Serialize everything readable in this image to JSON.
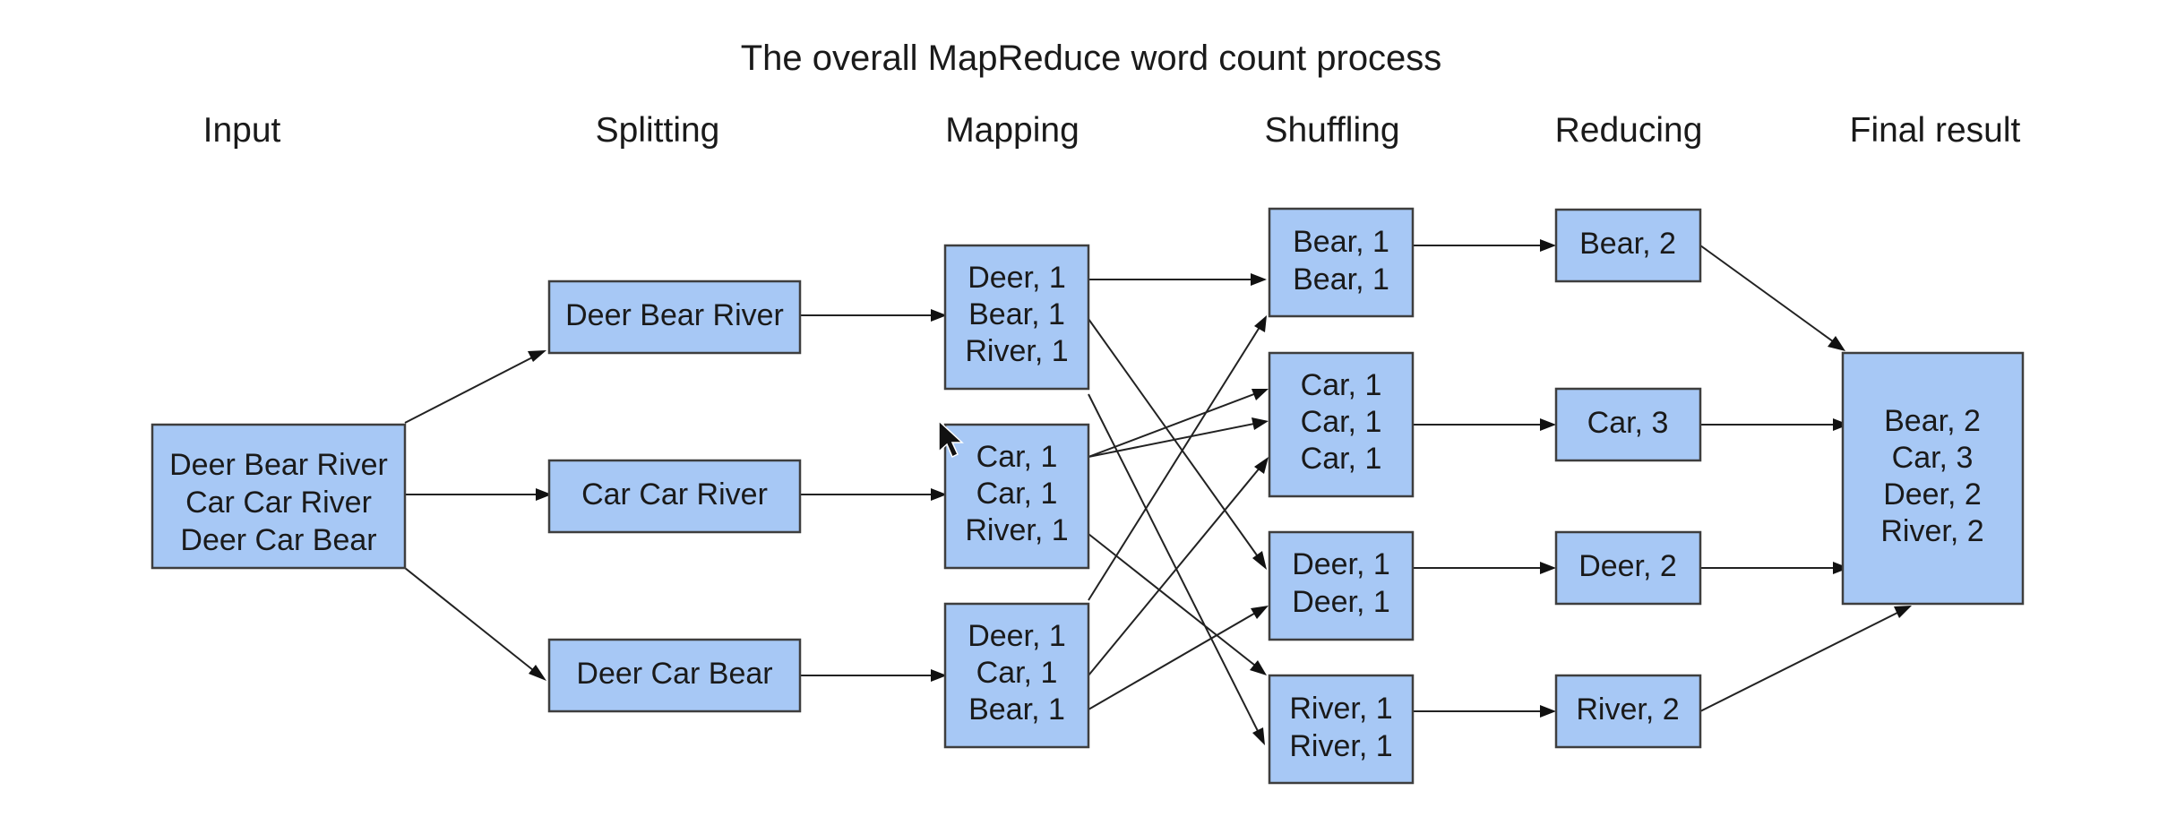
{
  "title": "The overall MapReduce word count process",
  "stages": {
    "input": "Input",
    "splitting": "Splitting",
    "mapping": "Mapping",
    "shuffling": "Shuffling",
    "reducing": "Reducing",
    "final": "Final result"
  },
  "input": {
    "lines": [
      "Deer Bear River",
      "Car Car River",
      "Deer Car Bear"
    ]
  },
  "splits": [
    {
      "lines": [
        "Deer Bear River"
      ]
    },
    {
      "lines": [
        "Car Car River"
      ]
    },
    {
      "lines": [
        "Deer Car Bear"
      ]
    }
  ],
  "maps": [
    {
      "lines": [
        "Deer, 1",
        "Bear, 1",
        "River, 1"
      ]
    },
    {
      "lines": [
        "Car, 1",
        "Car, 1",
        "River, 1"
      ]
    },
    {
      "lines": [
        "Deer, 1",
        "Car, 1",
        "Bear, 1"
      ]
    }
  ],
  "shuffles": [
    {
      "lines": [
        "Bear, 1",
        "Bear, 1"
      ]
    },
    {
      "lines": [
        "Car, 1",
        "Car, 1",
        "Car, 1"
      ]
    },
    {
      "lines": [
        "Deer, 1",
        "Deer, 1"
      ]
    },
    {
      "lines": [
        "River, 1",
        "River, 1"
      ]
    }
  ],
  "reduces": [
    {
      "lines": [
        "Bear, 2"
      ]
    },
    {
      "lines": [
        "Car, 3"
      ]
    },
    {
      "lines": [
        "Deer, 2"
      ]
    },
    {
      "lines": [
        "River, 2"
      ]
    }
  ],
  "final": {
    "lines": [
      "Bear, 2",
      "Car, 3",
      "Deer, 2",
      "River, 2"
    ]
  },
  "colors": {
    "box_fill": "#a7c8f5",
    "box_border": "#3e3e3e",
    "edge": "#222222"
  },
  "icons": {
    "cursor": "mouse-pointer-icon"
  }
}
